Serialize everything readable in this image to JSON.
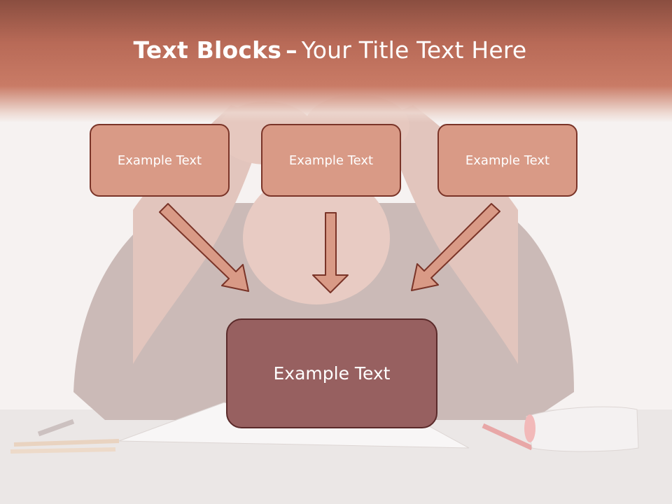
{
  "title": {
    "bold_text": "Text Blocks",
    "dash": "–",
    "rest_text": "Your Title Text Here"
  },
  "blocks": [
    {
      "label": "Example Text"
    },
    {
      "label": "Example Text"
    },
    {
      "label": "Example Text"
    }
  ],
  "main_block": {
    "label": "Example Text"
  },
  "colors": {
    "band": "#b86a57",
    "box_fill": "#d99a86",
    "box_border": "#7a3428",
    "main_fill": "#976060",
    "arrow_fill": "#d99a86"
  }
}
